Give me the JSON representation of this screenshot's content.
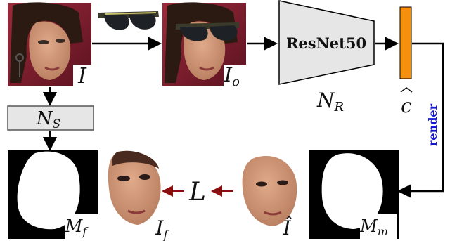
{
  "diagram": {
    "input_image_label": "I",
    "occluded_image_label": "I_o",
    "occluded_image_label_main": "I",
    "occluded_image_label_sub": "o",
    "resnet_label": "ResNet50",
    "resnet_caption_main": "N",
    "resnet_caption_sub": "R",
    "code_label": "c",
    "segmentation_net_main": "N",
    "segmentation_net_sub": "S",
    "render_label": "render",
    "face_mask_main": "M",
    "face_mask_sub": "f",
    "face_image_main": "I",
    "face_image_sub": "f",
    "loss_label": "L",
    "rendered_face_label": "Î",
    "render_mask_main": "M",
    "render_mask_sub": "m"
  },
  "colors": {
    "resnet_fill": "#e6e6e6",
    "code_fill": "#f4900c",
    "render_text": "#1515d6",
    "loss_arrow": "#8b0d0d",
    "mask_black": "#000000",
    "photo_bg": "#7a1f2e",
    "skin": "#c99173",
    "hair": "#2a1a12"
  }
}
